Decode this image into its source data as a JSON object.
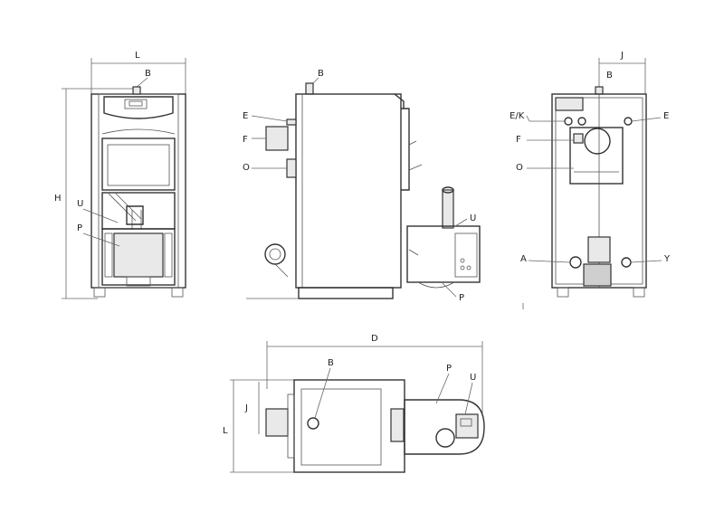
{
  "labels": {
    "L": "L",
    "B": "B",
    "H": "H",
    "U": "U",
    "P": "P",
    "E": "E",
    "F": "F",
    "O": "O",
    "J": "J",
    "EK": "E/K",
    "A": "A",
    "Y": "Y",
    "D": "D"
  }
}
